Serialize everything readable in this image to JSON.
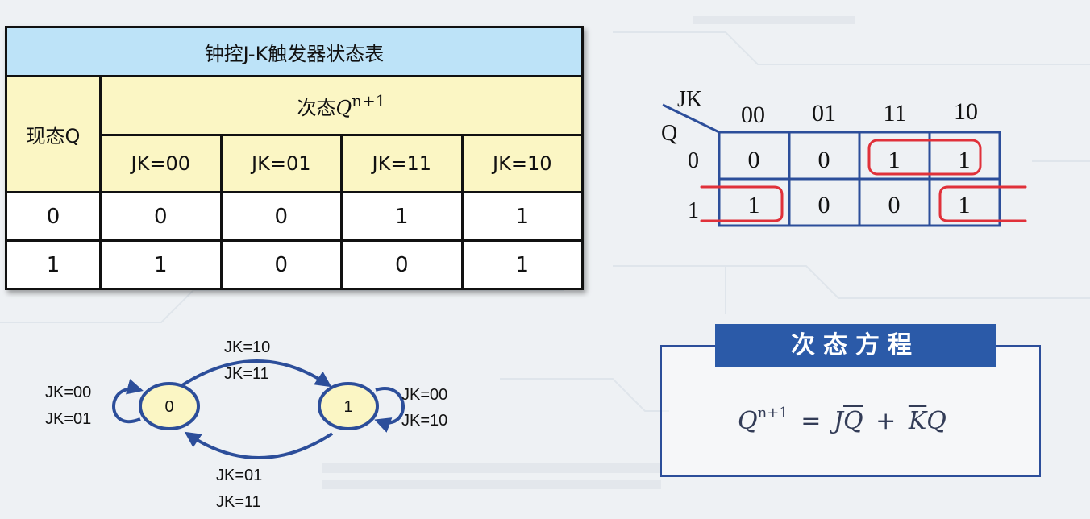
{
  "state_table": {
    "title": "钟控J-K触发器状态表",
    "present_state_header": "现态Q",
    "next_state_prefix": "次态",
    "next_state_q": "Q",
    "next_state_sup": "n+1",
    "columns": [
      "JK=00",
      "JK=01",
      "JK=11",
      "JK=10"
    ],
    "rows": [
      {
        "q": "0",
        "values": [
          "0",
          "0",
          "1",
          "1"
        ]
      },
      {
        "q": "1",
        "values": [
          "1",
          "0",
          "0",
          "1"
        ]
      }
    ]
  },
  "kmap": {
    "row_var": "Q",
    "col_var": "JK",
    "col_labels": [
      "00",
      "01",
      "11",
      "10"
    ],
    "row_labels": [
      "0",
      "1"
    ],
    "cells": [
      [
        "0",
        "0",
        "1",
        "1"
      ],
      [
        "1",
        "0",
        "0",
        "1"
      ]
    ],
    "group_color": "#e0313a",
    "grid_color": "#2c4e9a"
  },
  "state_diagram": {
    "states": [
      "0",
      "1"
    ],
    "self_loop_0": [
      "JK=00",
      "JK=01"
    ],
    "self_loop_1": [
      "JK=00",
      "JK=10"
    ],
    "transition_0_to_1": [
      "JK=10",
      "JK=11"
    ],
    "transition_1_to_0": [
      "JK=01",
      "JK=11"
    ],
    "state_fill": "#fbf6c4",
    "arrow_color": "#2c4e9a"
  },
  "equation": {
    "title": "次态方程",
    "lhs_base": "Q",
    "lhs_sup": "n+1",
    "equals": "=",
    "term1_a": "J",
    "term1_b": "Q",
    "plus": "+",
    "term2_a": "K",
    "term2_b": "Q"
  }
}
